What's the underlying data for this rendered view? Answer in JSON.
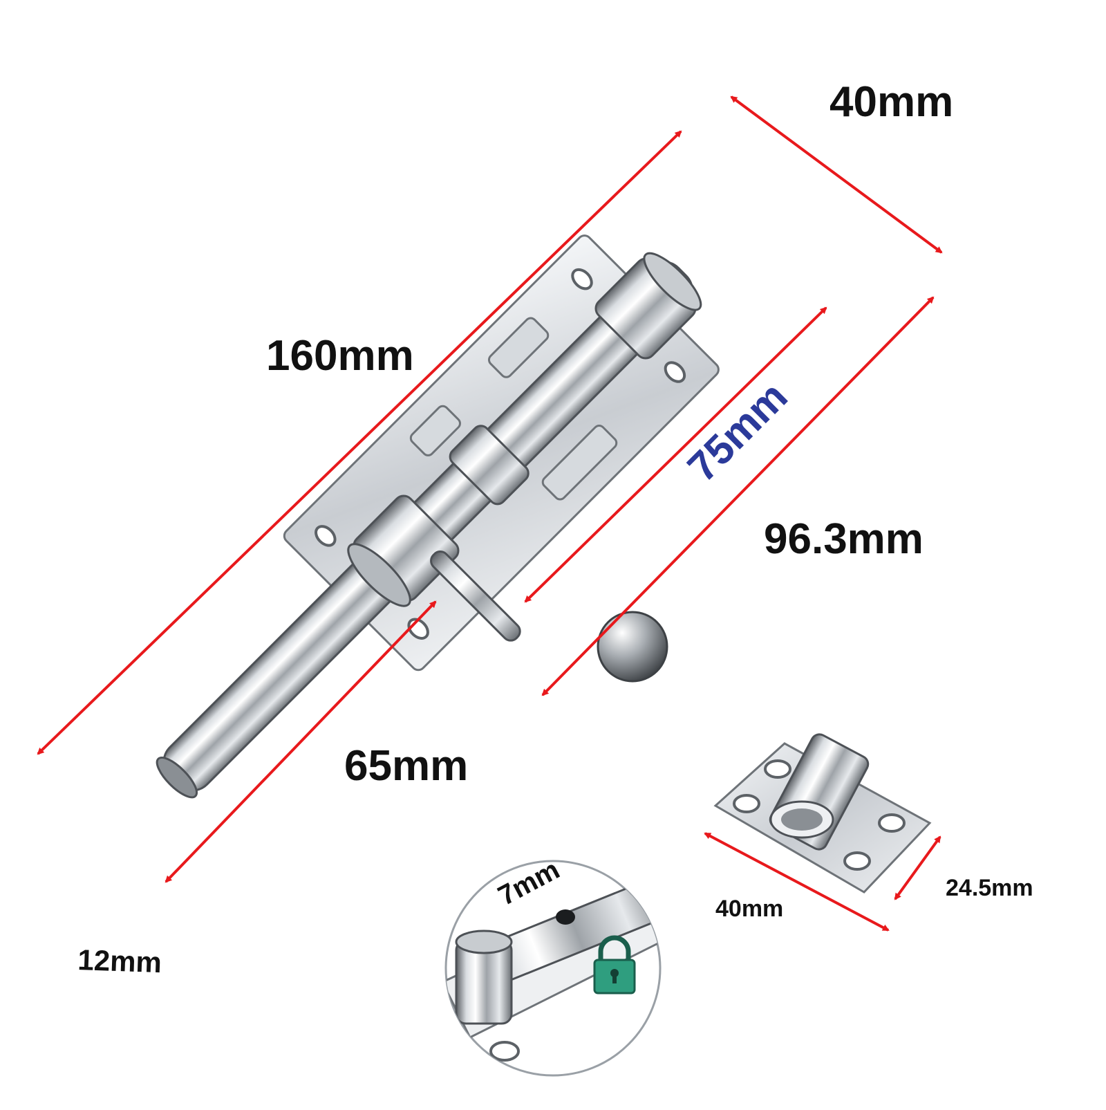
{
  "dimensions": {
    "bolt_width": "40mm",
    "total_length": "160mm",
    "hole_spacing": "75mm",
    "plate_length": "96.3mm",
    "bolt_extension": "65mm",
    "rod_diameter": "12mm",
    "lock_hole": "7mm",
    "keeper_length": "40mm",
    "keeper_width": "24.5mm"
  },
  "colors": {
    "arrow": "#e8191c",
    "label": "#111111",
    "label_accent": "#2b3a9a",
    "lock_icon": "#2f9e7f"
  },
  "icons": [
    "padlock-icon"
  ]
}
